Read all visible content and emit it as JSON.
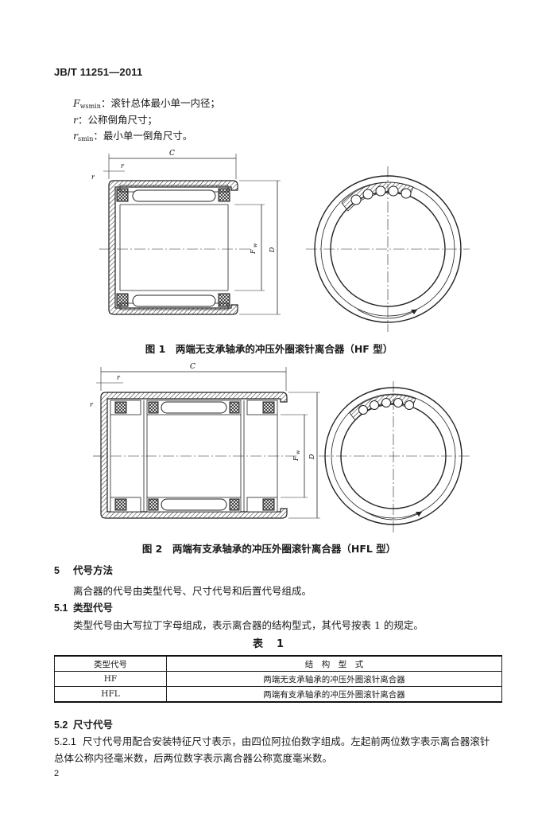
{
  "header": {
    "standard_no": "JB/T 11251—2011"
  },
  "symbols": [
    {
      "sym": "F",
      "sub": "wsmin",
      "desc": "：滚针总体最小单一内径；"
    },
    {
      "sym": "r",
      "sub": "",
      "desc": "：公称倒角尺寸；"
    },
    {
      "sym": "r",
      "sub": "smin",
      "desc": "：最小单一倒角尺寸。"
    }
  ],
  "figure1": {
    "caption": "图 1　两端无支承轴承的冲压外圈滚针离合器（HF 型）",
    "dims": {
      "c": "C",
      "r": "r",
      "fw": "F",
      "fw_sub": "w",
      "d": "D"
    }
  },
  "figure2": {
    "caption": "图 2　两端有支承轴承的冲压外圈滚针离合器（HFL 型）",
    "dims": {
      "c": "C",
      "r": "r",
      "fw": "F",
      "fw_sub": "w",
      "d": "D"
    }
  },
  "section5": {
    "number": "5",
    "title": "代号方法",
    "text": "离合器的代号由类型代号、尺寸代号和后置代号组成。"
  },
  "section5_1": {
    "number": "5.1",
    "title": "类型代号",
    "text": "类型代号由大写拉丁字母组成，表示离合器的结构型式，其代号按表 1 的规定。"
  },
  "table1": {
    "title": "表　1",
    "headers": [
      "类型代号",
      "结　构　型　式"
    ],
    "rows": [
      [
        "HF",
        "两端无支承轴承的冲压外圈滚针离合器"
      ],
      [
        "HFL",
        "两端有支承轴承的冲压外圈滚针离合器"
      ]
    ]
  },
  "section5_2": {
    "number": "5.2",
    "title": "尺寸代号",
    "sub_number": "5.2.1",
    "text_line1": "尺寸代号用配合安装特征尺寸表示，由四位阿拉伯数字组成。左起前两位数字表示离合器滚针",
    "text_line2": "总体公称内径毫米数，后两位数字表示离合器公称宽度毫米数。"
  },
  "footer": {
    "page_number": "2"
  },
  "colors": {
    "ink": "#1a1a1a",
    "paper": "#ffffff"
  }
}
